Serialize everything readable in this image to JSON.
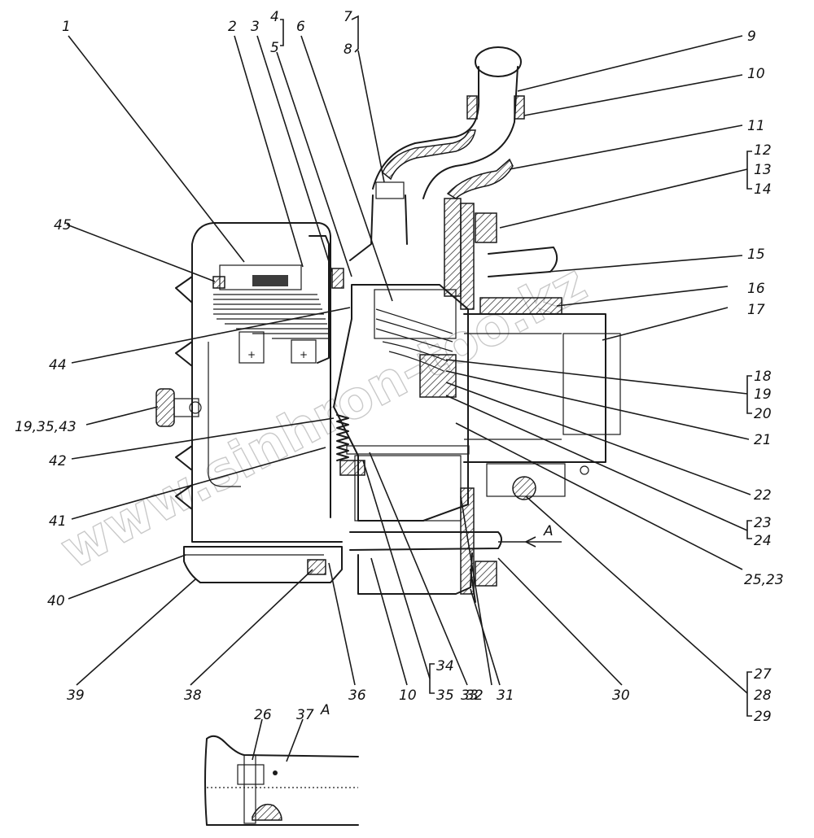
{
  "watermark": "www.sinhron-too.kz",
  "section_marker": "A",
  "detail_view_label": "A",
  "callouts": {
    "c1": "1",
    "c2": "2",
    "c3": "3",
    "c4": "4",
    "c5": "5",
    "c6": "6",
    "c7": "7",
    "c8": "8",
    "c9": "9",
    "c10": "10",
    "c11": "11",
    "c12": "12",
    "c13": "13",
    "c14": "14",
    "c15": "15",
    "c16": "16",
    "c17": "17",
    "c18": "18",
    "c19": "19",
    "c20": "20",
    "c21": "21",
    "c22": "22",
    "c23": "23",
    "c24": "24",
    "c25_23": "25,23",
    "c27": "27",
    "c28": "28",
    "c29": "29",
    "c30": "30",
    "c31": "31",
    "c32": "32",
    "c33": "33",
    "c34": "34",
    "c35": "35",
    "c36": "36",
    "c10b": "10",
    "c38": "38",
    "c39": "39",
    "c40": "40",
    "c41": "41",
    "c42": "42",
    "c19_35_43": "19,35,43",
    "c44": "44",
    "c45": "45",
    "c26": "26",
    "c37": "37"
  }
}
